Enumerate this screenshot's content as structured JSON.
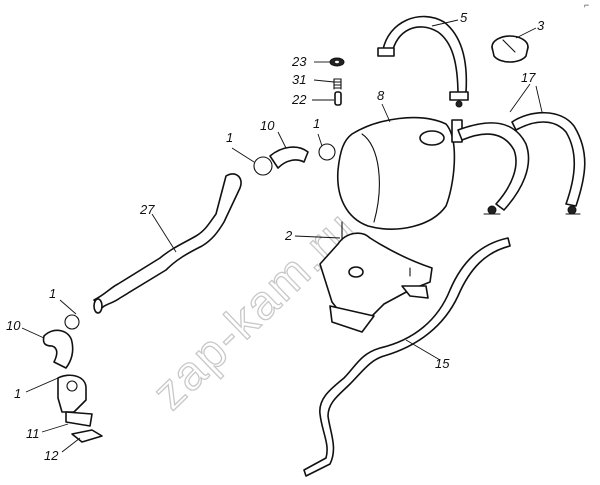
{
  "watermark": "zap-kam.ru",
  "corner_mark": "⌐",
  "callouts": [
    {
      "id": "c1a",
      "label": "1"
    },
    {
      "id": "c1b",
      "label": "1"
    },
    {
      "id": "c1c",
      "label": "1"
    },
    {
      "id": "c1d",
      "label": "1"
    },
    {
      "id": "c2",
      "label": "2"
    },
    {
      "id": "c3",
      "label": "3"
    },
    {
      "id": "c5",
      "label": "5"
    },
    {
      "id": "c8",
      "label": "8"
    },
    {
      "id": "c10a",
      "label": "10"
    },
    {
      "id": "c10b",
      "label": "10"
    },
    {
      "id": "c11",
      "label": "11"
    },
    {
      "id": "c12",
      "label": "12"
    },
    {
      "id": "c15",
      "label": "15"
    },
    {
      "id": "c17",
      "label": "17"
    },
    {
      "id": "c22",
      "label": "22"
    },
    {
      "id": "c23",
      "label": "23"
    },
    {
      "id": "c27",
      "label": "27"
    },
    {
      "id": "c31",
      "label": "31"
    }
  ]
}
